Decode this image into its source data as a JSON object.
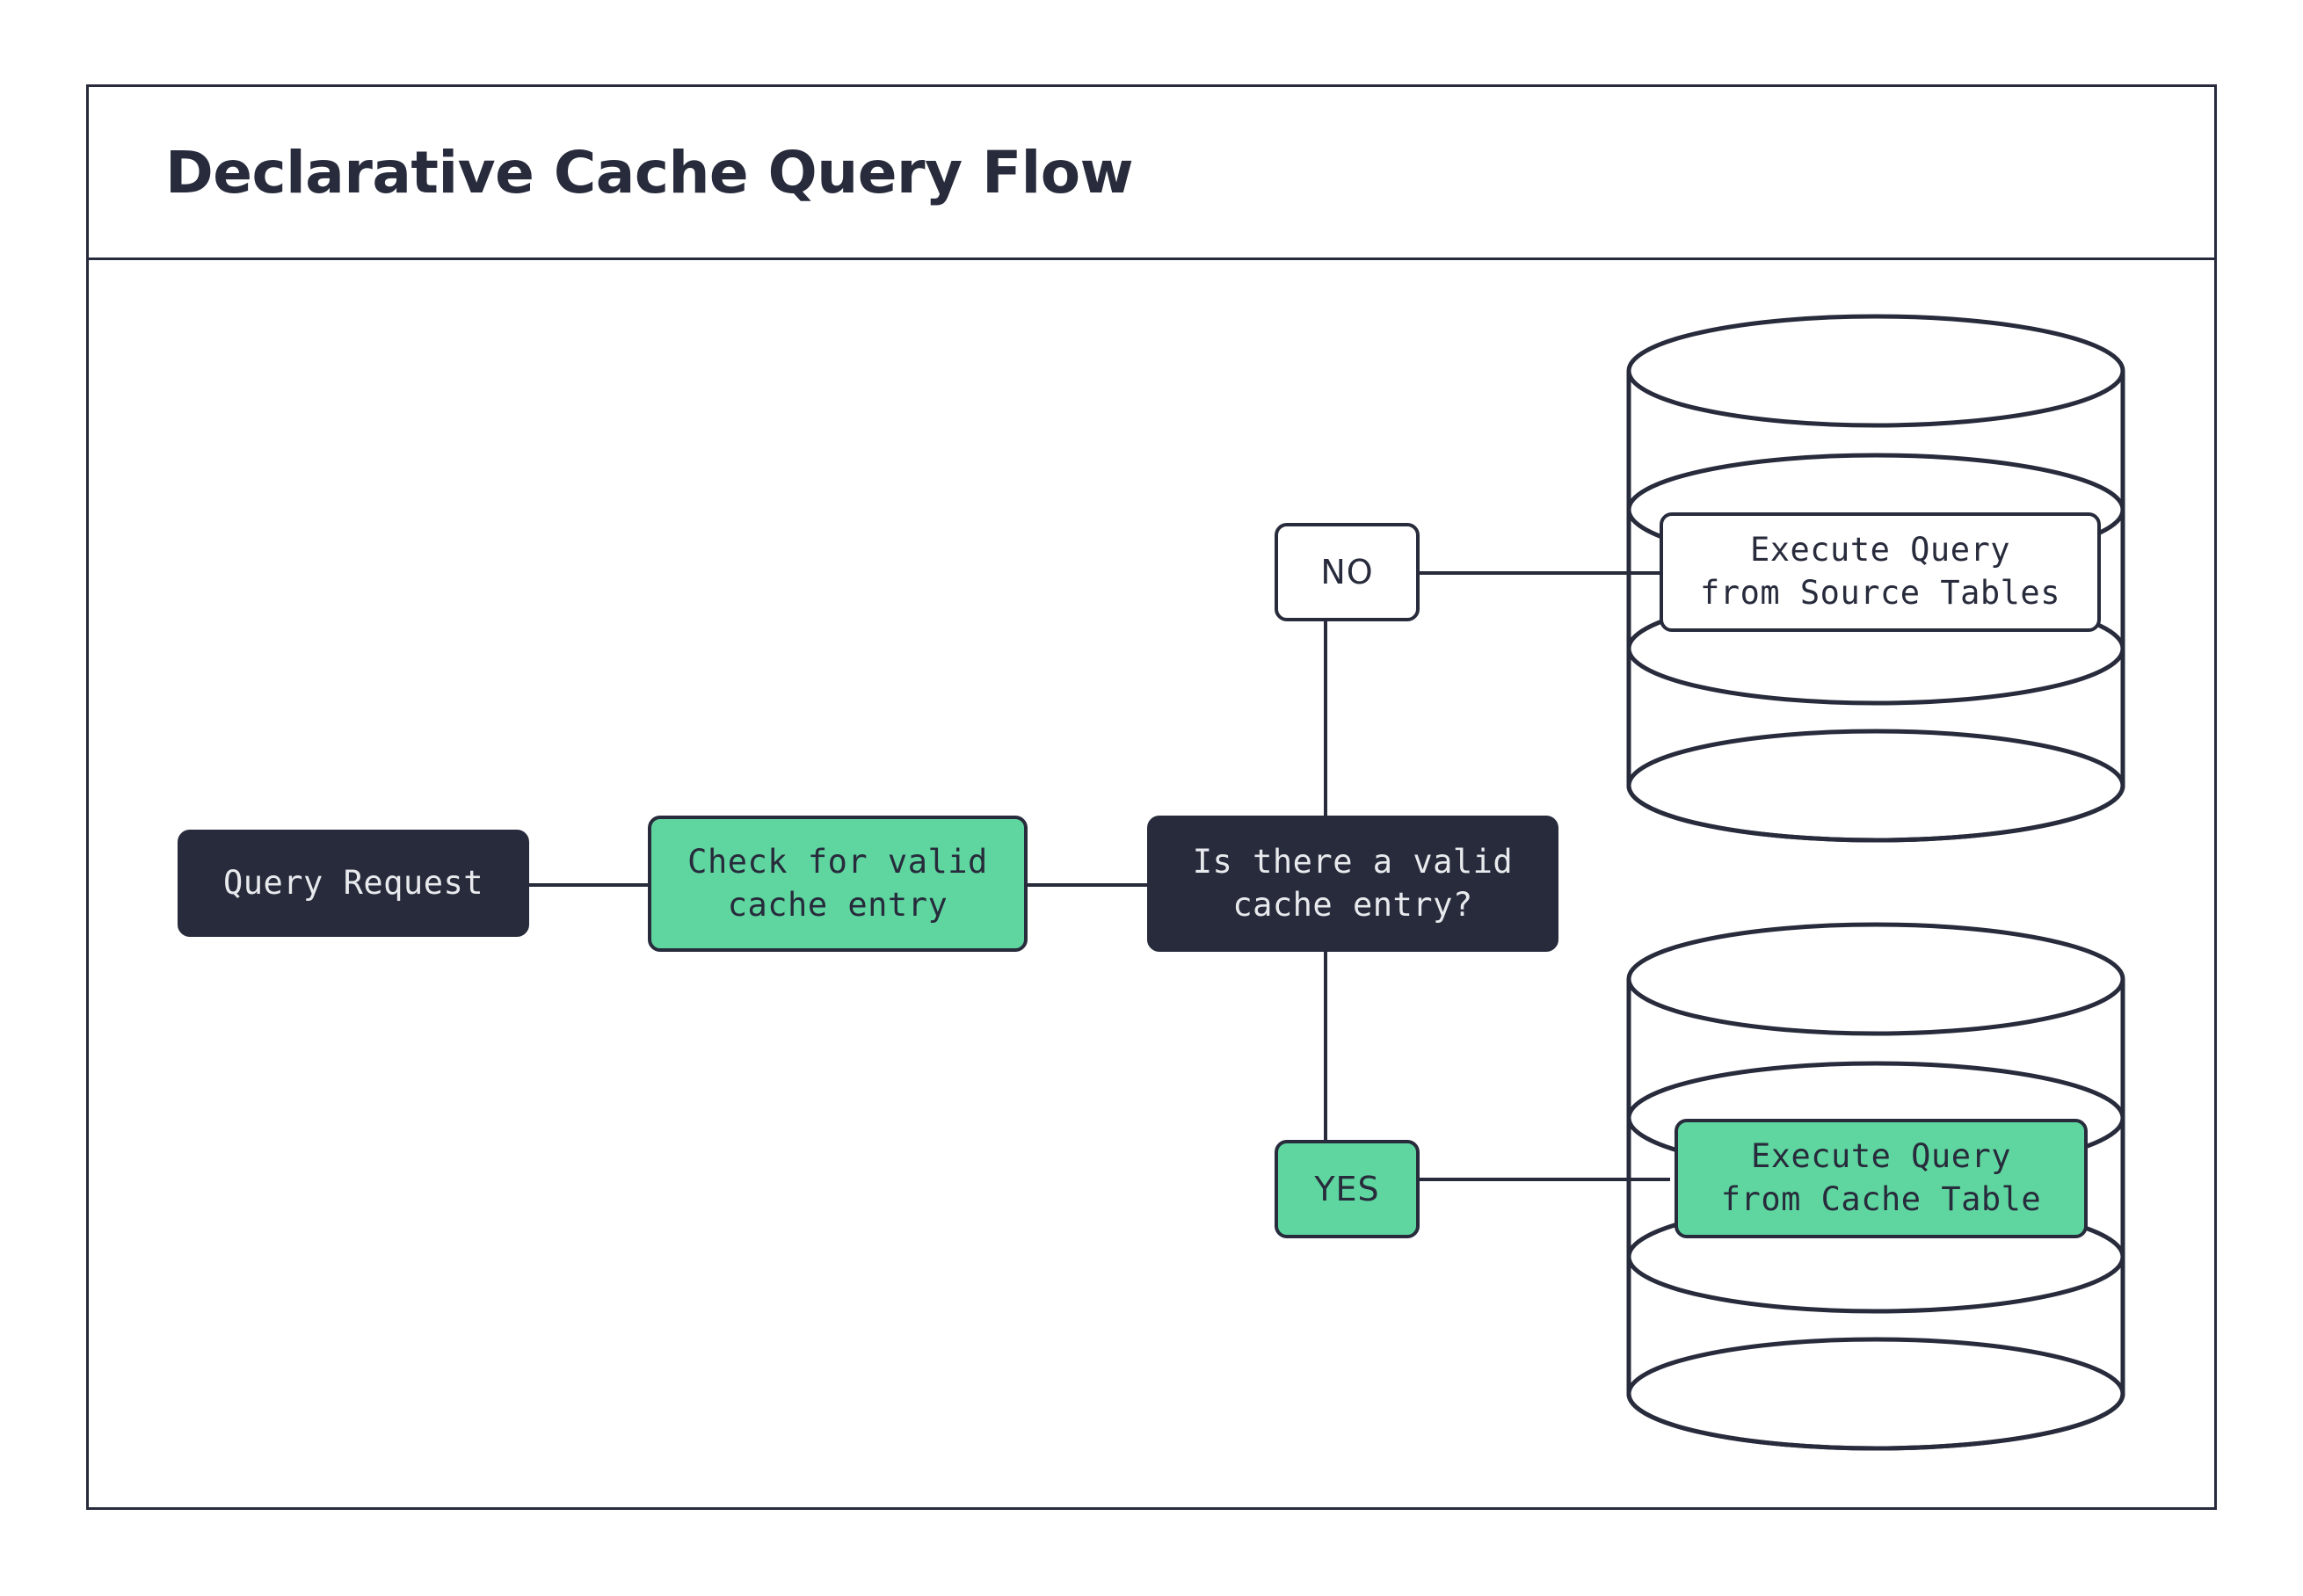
{
  "diagram": {
    "title": "Declarative Cache Query Flow",
    "colors": {
      "ink": "#272B3B",
      "accent_green": "#5FD6A0",
      "surface": "#FFFFFF",
      "dark_text": "#E8EAED"
    },
    "nodes": {
      "query_request": {
        "label": "Query Request",
        "style": "dark"
      },
      "check_cache": {
        "label": "Check for valid\ncache entry",
        "style": "green"
      },
      "decision": {
        "label": "Is there a valid\ncache entry?",
        "style": "dark"
      },
      "branch_no": {
        "label": "NO",
        "style": "white"
      },
      "branch_yes": {
        "label": "YES",
        "style": "green"
      },
      "source_tables_db": {
        "label": "Execute Query\nfrom Source Tables",
        "style": "white",
        "shape": "database-cylinder"
      },
      "cache_table_db": {
        "label": "Execute Query\nfrom Cache Table",
        "style": "green",
        "shape": "database-cylinder"
      }
    },
    "edges": [
      {
        "from": "query_request",
        "to": "check_cache",
        "label": ""
      },
      {
        "from": "check_cache",
        "to": "decision",
        "label": ""
      },
      {
        "from": "decision",
        "to": "branch_no",
        "label": "NO"
      },
      {
        "from": "decision",
        "to": "branch_yes",
        "label": "YES"
      },
      {
        "from": "branch_no",
        "to": "source_tables_db",
        "label": ""
      },
      {
        "from": "branch_yes",
        "to": "cache_table_db",
        "label": ""
      }
    ]
  }
}
